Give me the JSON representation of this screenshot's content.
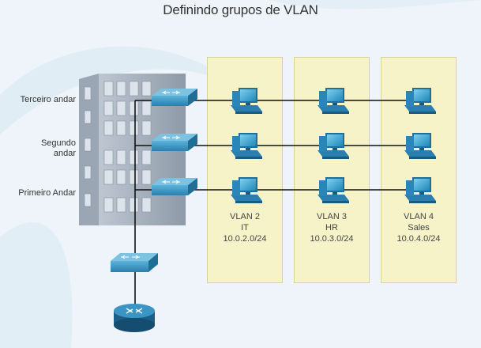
{
  "title": "Definindo grupos de VLAN",
  "floors": {
    "third": "Terceiro andar",
    "second": "Segundo andar",
    "first": "Primeiro Andar"
  },
  "vlans": [
    {
      "name": "VLAN 2",
      "dept": "IT",
      "subnet": "10.0.2.0/24"
    },
    {
      "name": "VLAN 3",
      "dept": "HR",
      "subnet": "10.0.3.0/24"
    },
    {
      "name": "VLAN 4",
      "dept": "Sales",
      "subnet": "10.0.4.0/24"
    }
  ],
  "colors": {
    "switch": "#1d6f9a",
    "switch_top": "#4aa3cc",
    "panel": "#f6f3c9",
    "building": "#aeb8c4",
    "link": "#111111",
    "router": "#1b5f88"
  }
}
